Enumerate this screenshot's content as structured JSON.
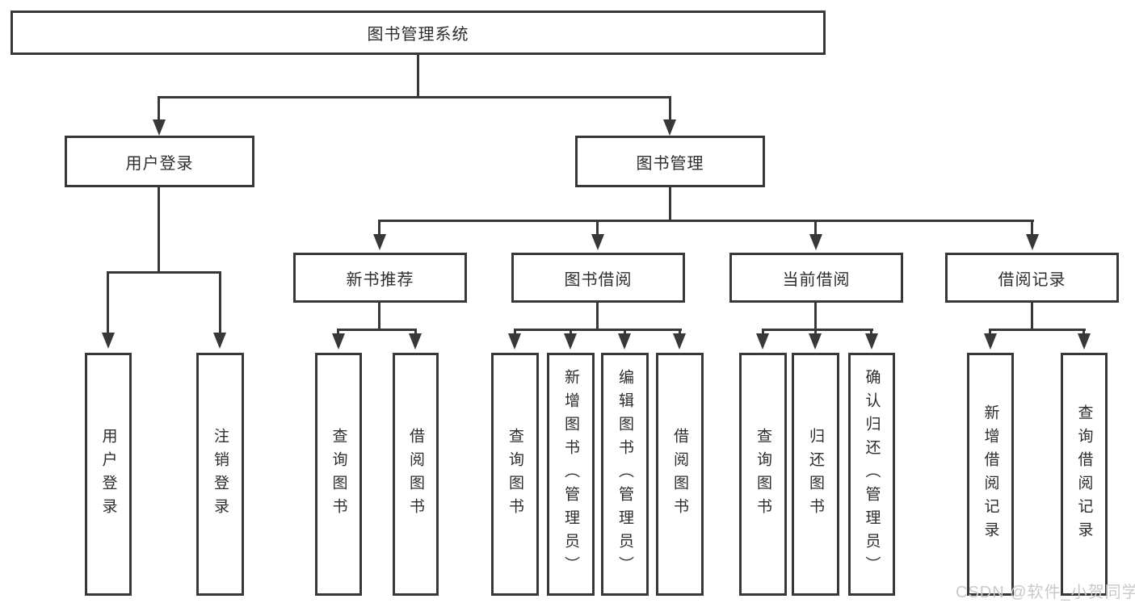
{
  "tree": {
    "root": {
      "label": "图书管理系统",
      "children": [
        {
          "label": "用户登录",
          "children": [
            {
              "label": "用户登录"
            },
            {
              "label": "注销登录"
            }
          ]
        },
        {
          "label": "图书管理",
          "children": [
            {
              "label": "新书推荐",
              "children": [
                {
                  "label": "查询图书"
                },
                {
                  "label": "借阅图书"
                }
              ]
            },
            {
              "label": "图书借阅",
              "children": [
                {
                  "label": "查询图书"
                },
                {
                  "label": "新增图书（管理员）"
                },
                {
                  "label": "编辑图书（管理员）"
                },
                {
                  "label": "借阅图书"
                }
              ]
            },
            {
              "label": "当前借阅",
              "children": [
                {
                  "label": "查询图书"
                },
                {
                  "label": "归还图书"
                },
                {
                  "label": "确认归还（管理员）"
                }
              ]
            },
            {
              "label": "借阅记录",
              "children": [
                {
                  "label": "新增借阅记录"
                },
                {
                  "label": "查询借阅记录"
                }
              ]
            }
          ]
        }
      ]
    }
  },
  "watermark": {
    "text": "CSDN @软件_小贺同学"
  },
  "colors": {
    "line": "#383838",
    "node_border": "#383838",
    "node_fill": "#ffffff",
    "text": "#2d2d2d",
    "watermark": "#c9c9cd",
    "background": "#ffffff"
  }
}
